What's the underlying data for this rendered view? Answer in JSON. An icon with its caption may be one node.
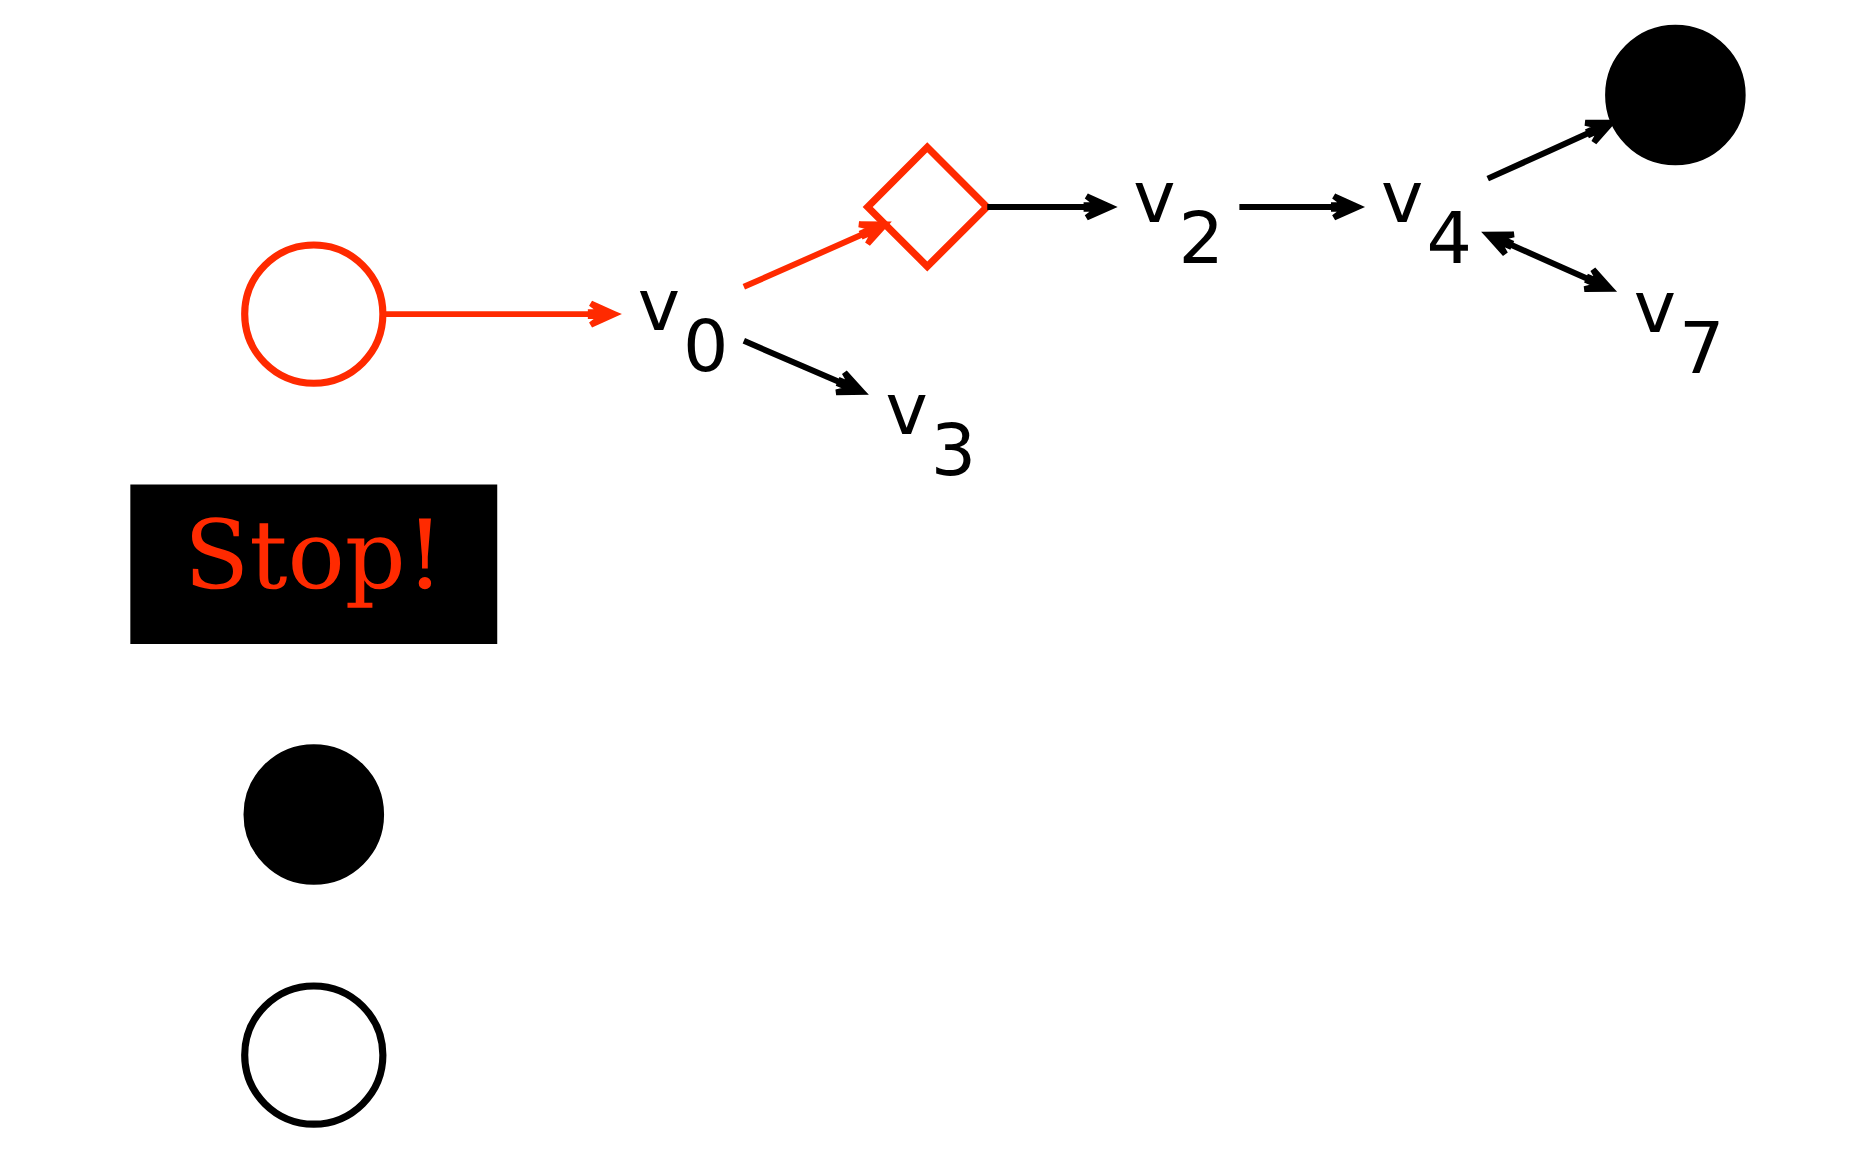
{
  "diagram": {
    "nodes": [
      {
        "text": [],
        "shape": "circle"
      },
      {
        "text": [],
        "shape": "circle"
      },
      {
        "text": [
          "Stop!"
        ]
      },
      {
        "text": [],
        "shape": "diamond"
      },
      {
        "text": [
          "v$_{2}$"
        ]
      },
      {
        "text": [
          "v$_{4}$"
        ]
      },
      {
        "text": [],
        "shape": "circle"
      },
      {
        "text": [],
        "shape": "circle"
      },
      {
        "text": [
          "v$_{0}$"
        ]
      },
      {
        "text": [
          "v$_{7}$"
        ]
      },
      {
        "text": [
          "v$_{3}$"
        ]
      }
    ],
    "edges": [
      {
        "from": 3,
        "to": 4,
        "arrow": "to"
      },
      {
        "from": 4,
        "to": 5,
        "arrow": "to"
      },
      {
        "from": 5,
        "to": 6,
        "arrow": "to"
      },
      {
        "from": 5,
        "to": 9,
        "arrow": "both"
      },
      {
        "from": 7,
        "to": 8,
        "arrow": "to",
        "color": "#ff2a00"
      },
      {
        "from": 8,
        "to": 3,
        "arrow": "to",
        "color": "#ff2a00"
      },
      {
        "from": 8,
        "to": 10,
        "arrow": "to"
      }
    ]
  }
}
